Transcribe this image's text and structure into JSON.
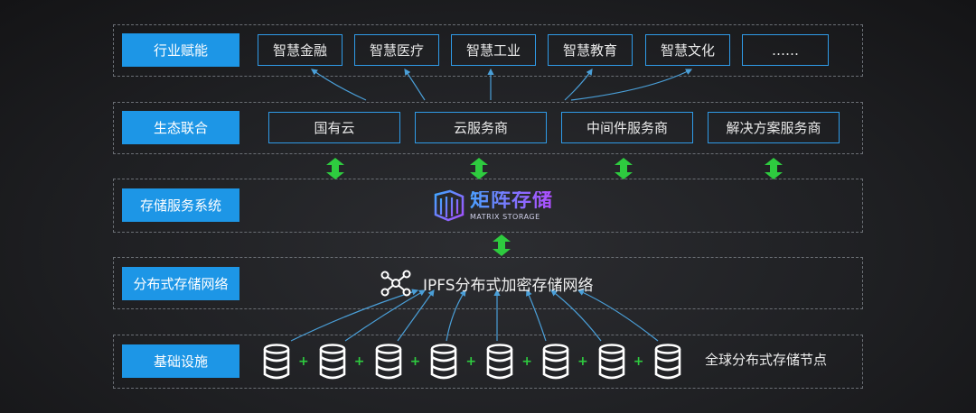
{
  "layers": [
    {
      "label": "行业赋能"
    },
    {
      "label": "生态联合"
    },
    {
      "label": "存储服务系统"
    },
    {
      "label": "分布式存储网络"
    },
    {
      "label": "基础设施"
    }
  ],
  "industries": [
    "智慧金融",
    "智慧医疗",
    "智慧工业",
    "智慧教育",
    "智慧文化",
    "……"
  ],
  "partners": [
    "国有云",
    "云服务商",
    "中间件服务商",
    "解决方案服务商"
  ],
  "logo": {
    "cn": "矩阵存储",
    "en": "MATRIX STORAGE"
  },
  "network": {
    "text": "IPFS分布式加密存储网络"
  },
  "nodes": {
    "text": "全球分布式存储节点",
    "count": 8
  },
  "colors": {
    "accent": "#1d96e6",
    "arrow": "#2ecb3f",
    "link": "#4a9fd8"
  }
}
